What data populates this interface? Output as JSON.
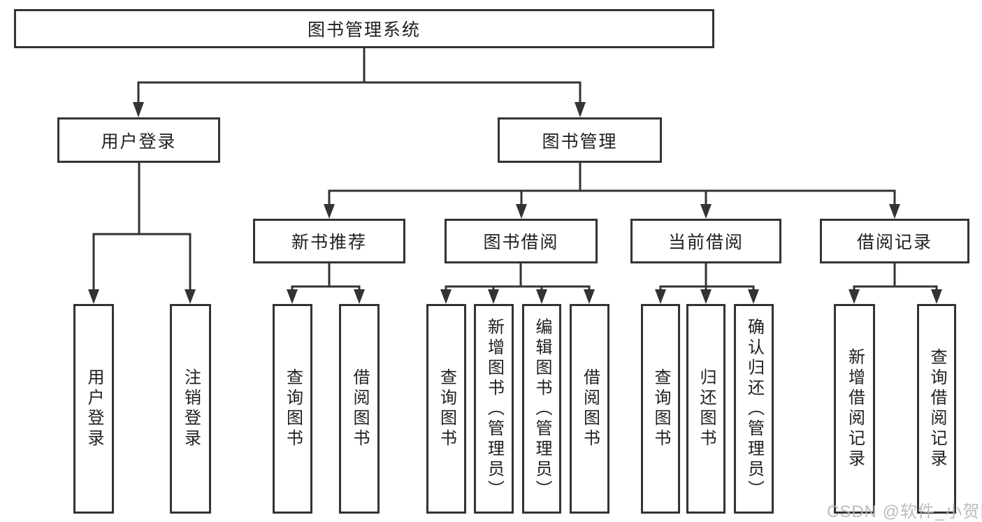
{
  "diagram": {
    "root": {
      "label": "图书管理系统"
    },
    "level2": {
      "user_login": {
        "label": "用户登录"
      },
      "book_management": {
        "label": "图书管理"
      }
    },
    "level3": {
      "new_book_recommend": {
        "label": "新书推荐"
      },
      "book_borrowing": {
        "label": "图书借阅"
      },
      "current_borrowing": {
        "label": "当前借阅"
      },
      "borrowing_records": {
        "label": "借阅记录"
      }
    },
    "leaves": {
      "user_login_login": {
        "label": "用户登录"
      },
      "user_login_logout": {
        "label": "注销登录"
      },
      "recommend_query_books": {
        "label": "查询图书"
      },
      "recommend_borrow_books": {
        "label": "借阅图书"
      },
      "borrowing_query_books": {
        "label": "查询图书"
      },
      "borrowing_add_books": {
        "label": "新增图书（管理员）"
      },
      "borrowing_edit_books": {
        "label": "编辑图书（管理员）"
      },
      "borrowing_borrow_books": {
        "label": "借阅图书"
      },
      "current_query_books": {
        "label": "查询图书"
      },
      "current_return_books": {
        "label": "归还图书"
      },
      "current_confirm_return": {
        "label": "确认归还（管理员）"
      },
      "records_add_record": {
        "label": "新增借阅记录"
      },
      "records_query_record": {
        "label": "查询借阅记录"
      }
    },
    "watermark": {
      "label": "CSDN @软件_小贺同学"
    },
    "colors": {
      "line": "#333333",
      "text": "#1f1f1f",
      "watermark": "#b6b6b6",
      "background": "#ffffff"
    }
  }
}
